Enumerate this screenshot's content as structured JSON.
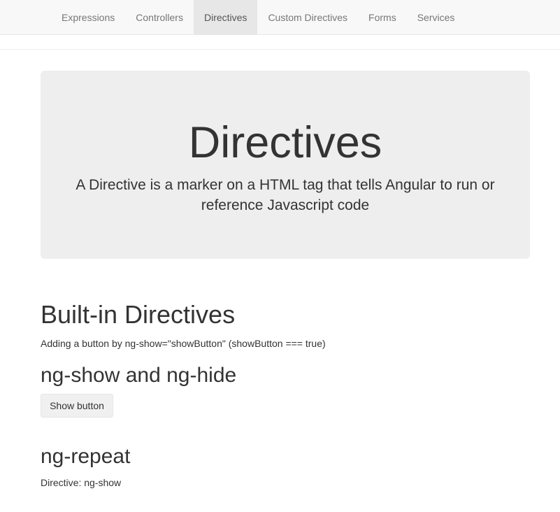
{
  "nav": {
    "items": [
      {
        "label": "Expressions",
        "active": false
      },
      {
        "label": "Controllers",
        "active": false
      },
      {
        "label": "Directives",
        "active": true
      },
      {
        "label": "Custom Directives",
        "active": false
      },
      {
        "label": "Forms",
        "active": false
      },
      {
        "label": "Services",
        "active": false
      }
    ]
  },
  "jumbotron": {
    "title": "Directives",
    "subtitle": "A Directive is a marker on a HTML tag that tells Angular to run or reference Javascript code"
  },
  "builtin": {
    "heading": "Built-in Directives",
    "description": "Adding a button by ng-show=\"showButton\" (showButton === true)"
  },
  "show_hide": {
    "heading": "ng-show and ng-hide",
    "button_label": "Show button"
  },
  "repeat": {
    "heading": "ng-repeat",
    "text": "Directive: ng-show"
  },
  "colors": {
    "navbar_bg": "#f8f8f8",
    "nav_active_bg": "#e7e7e7",
    "jumbotron_bg": "#eeeeee",
    "text": "#333333",
    "nav_text": "#777777"
  }
}
